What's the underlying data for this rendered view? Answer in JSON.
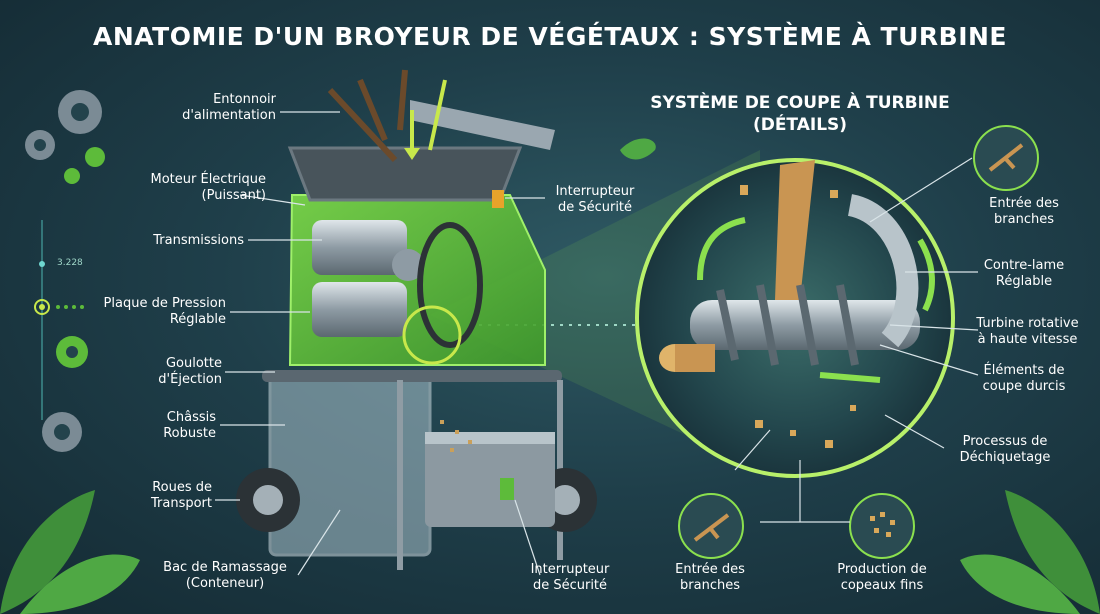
{
  "title": "ANATOMIE D'UN BROYEUR DE VÉGÉTAUX : SYSTÈME À TURBINE",
  "detail_title": "SYSTÈME DE COUPE À TURBINE\n(DÉTAILS)",
  "side_value": "3.228",
  "left_labels": [
    {
      "id": "entonnoir",
      "text": "Entonnoir\nd'alimentation"
    },
    {
      "id": "moteur",
      "text": "Moteur Électrique\n(Puissant)"
    },
    {
      "id": "transmissions",
      "text": "Transmissions"
    },
    {
      "id": "plaque",
      "text": "Plaque de Pression\nRéglable"
    },
    {
      "id": "goulotte",
      "text": "Goulotte\nd'Éjection"
    },
    {
      "id": "chassis",
      "text": "Châssis\nRobuste"
    },
    {
      "id": "roues",
      "text": "Roues de\nTransport"
    },
    {
      "id": "bac",
      "text": "Bac de Ramassage\n(Conteneur)"
    }
  ],
  "middle_labels": [
    {
      "id": "interrupteur-top",
      "text": "Interrupteur\nde Sécurité"
    },
    {
      "id": "interrupteur-bottom",
      "text": "Interrupteur\nde Sécurité"
    }
  ],
  "right_labels": [
    {
      "id": "entree-top",
      "text": "Entrée des\nbranches"
    },
    {
      "id": "contre-lame",
      "text": "Contre-lame\nRéglable"
    },
    {
      "id": "turbine",
      "text": "Turbine rotative\nà haute vitesse"
    },
    {
      "id": "elements",
      "text": "Éléments de\ncoupe durcis"
    },
    {
      "id": "processus",
      "text": "Processus de\nDéchiquetage"
    }
  ],
  "bottom_labels": [
    {
      "id": "entree-bottom",
      "text": "Entrée des\nbranches"
    },
    {
      "id": "production",
      "text": "Production de\ncopeaux fins"
    }
  ],
  "colors": {
    "accent": "#8be04e",
    "machine": "#62c23a",
    "metal": "#9aa7b0",
    "background": "#1f3f4a"
  }
}
